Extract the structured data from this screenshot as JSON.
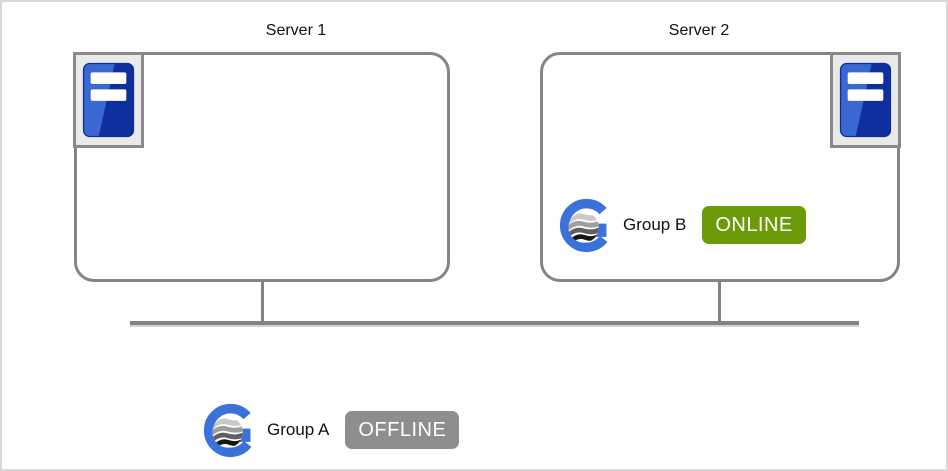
{
  "servers": [
    {
      "name": "Server 1"
    },
    {
      "name": "Server 2"
    }
  ],
  "groups": [
    {
      "name": "Group A",
      "status": "OFFLINE"
    },
    {
      "name": "Group B",
      "status": "ONLINE"
    }
  ],
  "colors": {
    "online_badge": "#6b9b08",
    "offline_badge": "#8e8e8e",
    "diagram_line_gray": "#828282",
    "server_icon_frame_bg": "#e9e9e9",
    "server_tower_blue_light": "#3a68d2",
    "server_tower_blue_dark": "#0f2f9f",
    "group_icon_blue": "#3a72da"
  },
  "icons": {
    "server": "server-tower-icon",
    "group": "group-globe-icon"
  }
}
